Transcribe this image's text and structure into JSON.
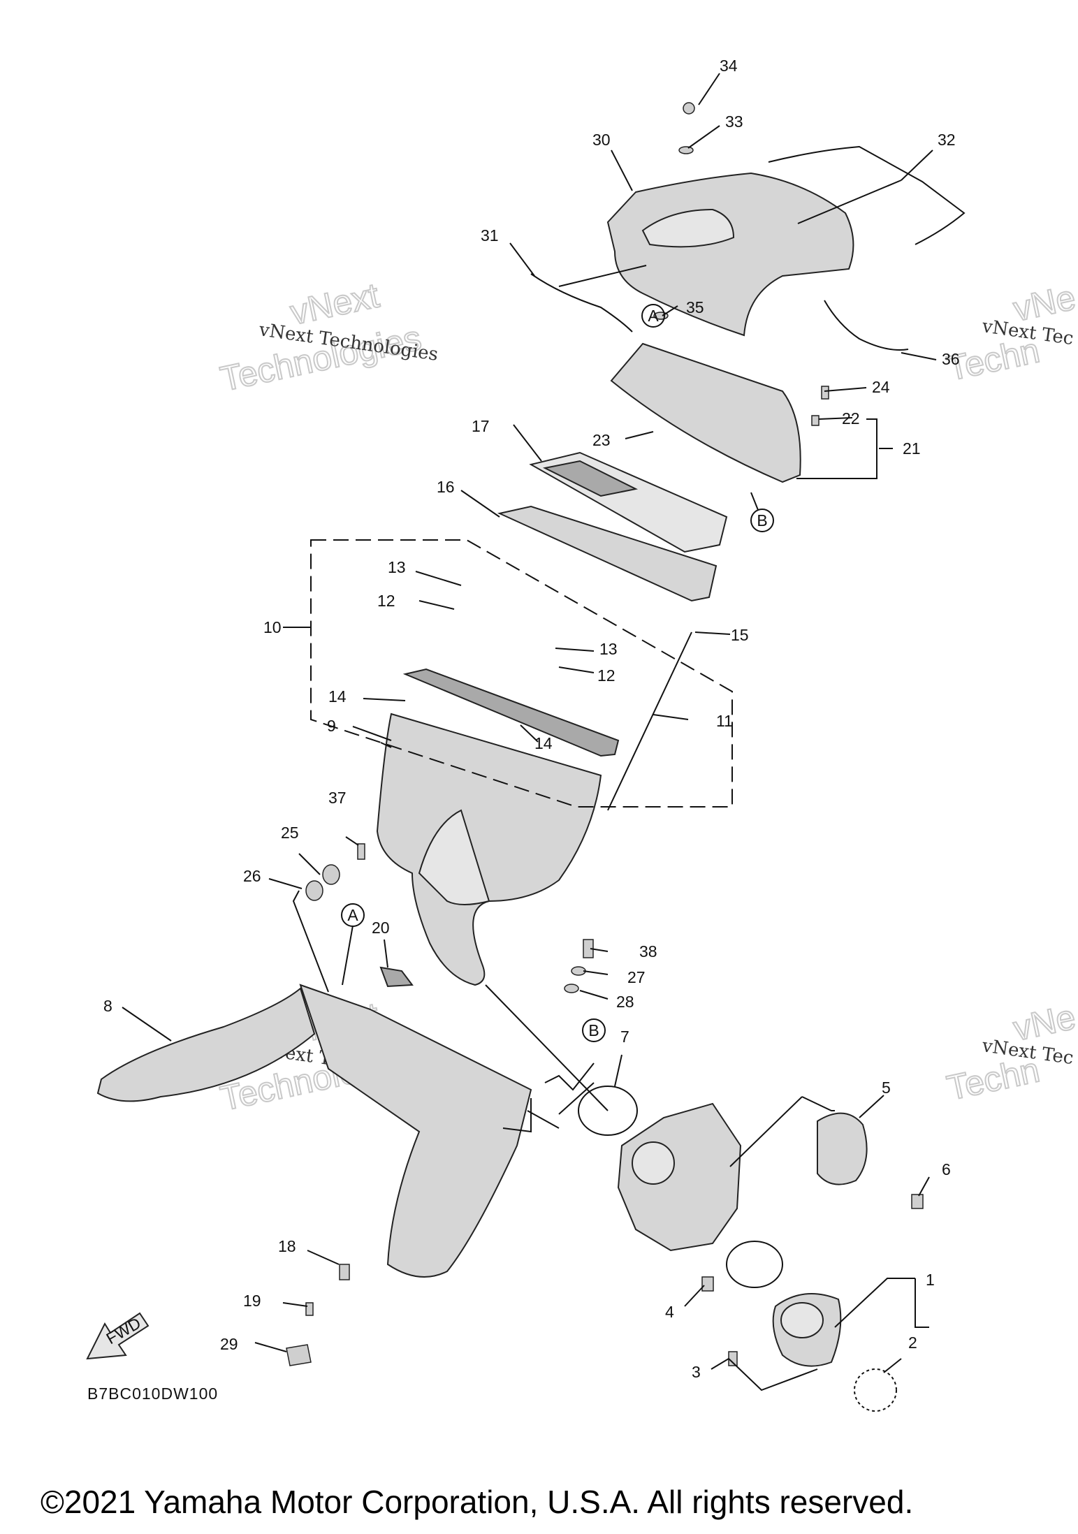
{
  "callouts": [
    "1",
    "2",
    "3",
    "4",
    "5",
    "6",
    "7",
    "8",
    "9",
    "10",
    "11",
    "12",
    "12",
    "13",
    "13",
    "14",
    "14",
    "15",
    "16",
    "17",
    "18",
    "19",
    "20",
    "21",
    "22",
    "23",
    "24",
    "25",
    "26",
    "27",
    "28",
    "29",
    "30",
    "31",
    "32",
    "33",
    "34",
    "35",
    "36",
    "37",
    "38"
  ],
  "ref_markers": [
    "A",
    "A",
    "B",
    "B"
  ],
  "fwd_arrow_label": "FWD",
  "diagram_code": "B7BC010DW100",
  "watermark_text": "vNext Technologies",
  "watermark_word1": "vNext",
  "watermark_word2": "Technologies",
  "watermark_partial_text": "vNext Tec",
  "watermark_partial_word1": "vNe",
  "watermark_partial_word2": "Techn",
  "copyright": "©2021 Yamaha Motor Corporation, U.S.A. All rights reserved."
}
